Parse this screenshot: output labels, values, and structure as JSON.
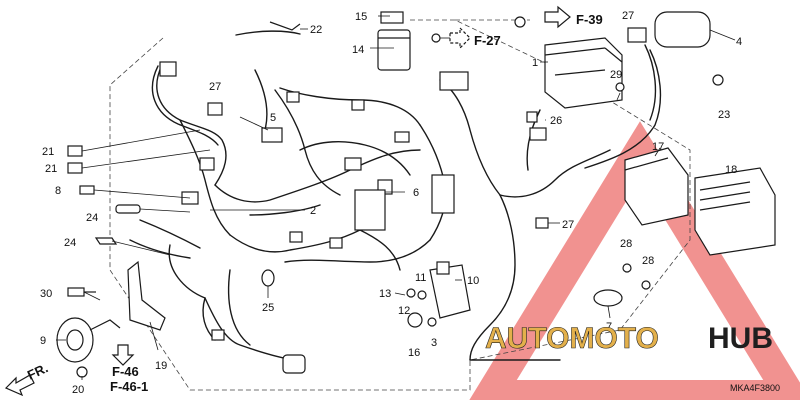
{
  "diagram": {
    "code": "MKA4F3800",
    "direction": "FR.",
    "references": {
      "f39": "F-39",
      "f27": "F-27",
      "f46": "F-46",
      "f46_1": "F-46-1"
    },
    "part_numbers": {
      "p1": "1",
      "p2": "2",
      "p3": "3",
      "p4": "4",
      "p5": "5",
      "p6": "6",
      "p7": "7",
      "p8": "8",
      "p9": "9",
      "p10": "10",
      "p11": "11",
      "p12": "12",
      "p13": "13",
      "p14": "14",
      "p15": "15",
      "p16": "16",
      "p17": "17",
      "p18": "18",
      "p19": "19",
      "p20": "20",
      "p21": "21",
      "p22": "22",
      "p23": "23",
      "p24": "24",
      "p25": "25",
      "p26": "26",
      "p27": "27",
      "p28": "28",
      "p29": "29",
      "p30": "30"
    },
    "watermark": {
      "part1": "AUTOMOTO",
      "part2": "HUB",
      "color_red": "#e53935",
      "color_gold": "#e3b04b",
      "color_dark": "#1f1f1f"
    }
  }
}
